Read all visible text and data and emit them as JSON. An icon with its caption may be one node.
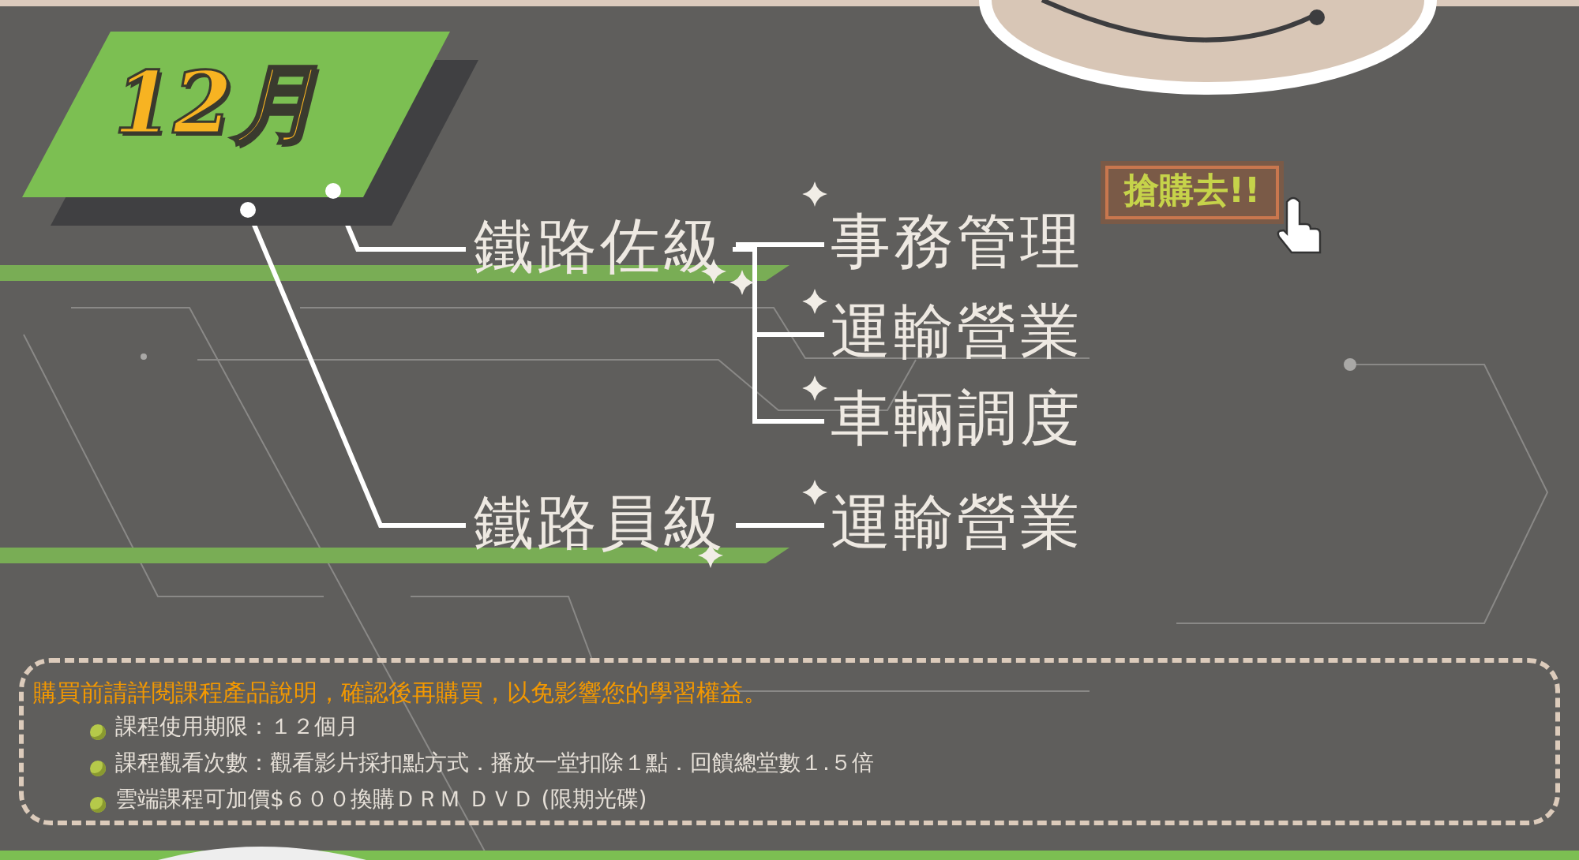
{
  "diagram": {
    "nodes": [
      {
        "text": [
          "12月"
        ]
      },
      {
        "text": [
          "鐵路佐級"
        ]
      },
      {
        "text": [
          "事務管理"
        ]
      },
      {
        "text": [
          "運輸營業"
        ]
      },
      {
        "text": [
          "車輛調度"
        ]
      },
      {
        "text": [
          "鐵路員級"
        ]
      },
      {
        "text": [
          "運輸營業"
        ]
      },
      {
        "text": [
          "搶購去!!"
        ]
      },
      {
        "text": [
          "購買前請詳閱課程產品說明，確認後再購買，以免影響您的學習權益。",
          "課程使用期限：１２個月",
          "課程觀看次數：觀看影片採扣點方式．播放一堂扣除１點．回饋總堂數１.５倍",
          "雲端課程可加價$６００換購ＤＲＭ ＤＶＤ (限期光碟)"
        ]
      }
    ],
    "edges": [
      {
        "from": 0,
        "to": 1,
        "arrow": "none"
      },
      {
        "from": 0,
        "to": 5,
        "arrow": "none"
      },
      {
        "from": 1,
        "to": 2,
        "arrow": "none"
      },
      {
        "from": 1,
        "to": 3,
        "arrow": "none"
      },
      {
        "from": 1,
        "to": 4,
        "arrow": "none"
      },
      {
        "from": 5,
        "to": 6,
        "arrow": "none"
      }
    ]
  }
}
